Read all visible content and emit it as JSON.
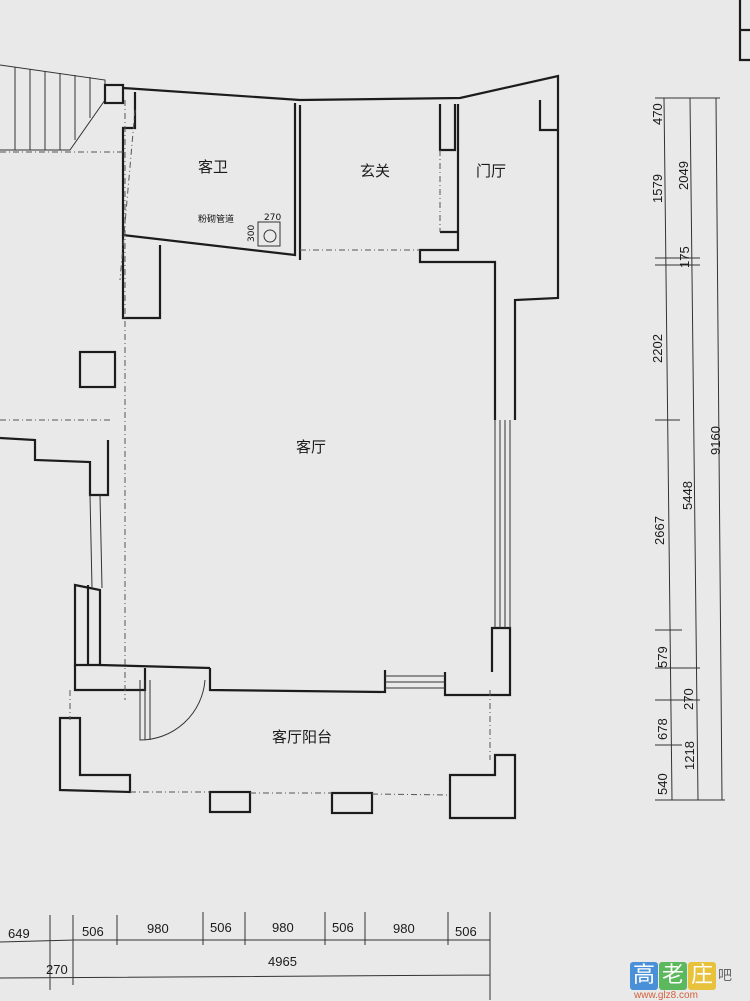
{
  "rooms": {
    "guest_bath": "客卫",
    "foyer": "玄关",
    "entry_hall": "门厅",
    "living_room": "客厅",
    "living_balcony": "客厅阳台"
  },
  "annotations": {
    "pipe_label": "粉砌管道",
    "pipe_width": "270",
    "pipe_depth": "300"
  },
  "right_dims": {
    "inner": [
      "470",
      "1579",
      "175",
      "2202",
      "2667",
      "579",
      "678",
      "540"
    ],
    "middle": [
      "2049",
      "5448",
      "270",
      "1218"
    ],
    "outer": "9160"
  },
  "bottom_dims": {
    "top_row": [
      "649",
      "506",
      "980",
      "506",
      "980",
      "506",
      "980",
      "506"
    ],
    "bottom_row": [
      "270",
      "4965"
    ]
  },
  "watermark": {
    "logo": [
      "高",
      "老",
      "庄",
      "吧"
    ],
    "url": "www.glz8.com",
    "colors": [
      "#4a90d9",
      "#5cb85c",
      "#e8c23a"
    ]
  },
  "colors": {
    "paper": "#e9e9ea",
    "ink": "#1c1c1c"
  }
}
